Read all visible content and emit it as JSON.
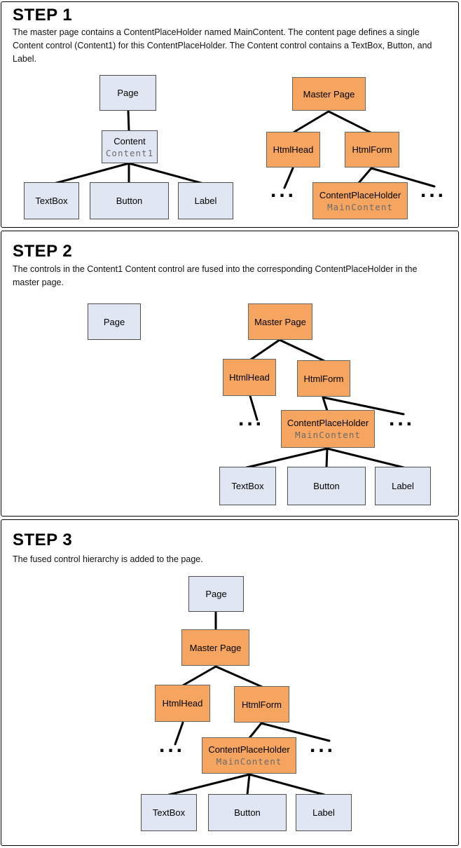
{
  "colors": {
    "content_box_fill": "#e0e7f3",
    "content_box_border": "#4d4d4d",
    "master_box_fill": "#f5a55f",
    "master_box_border": "#666666",
    "edge_line": "#000000",
    "mono_text": "#6b6b6b",
    "panel_border": "#000000"
  },
  "panel1": {
    "title": "STEP 1",
    "description": "The master page contains a ContentPlaceHolder named MainContent. The content page defines a single Content control (Content1) for this ContentPlaceHolder. The Content control contains a TextBox, Button, and Label."
  },
  "panel2": {
    "title": "STEP 2",
    "description": "The controls in the Content1 Content control are fused into the corresponding ContentPlaceHolder in the master page."
  },
  "panel3": {
    "title": "STEP 3",
    "description": "The fused control hierarchy is added to the page."
  },
  "labels": {
    "page": "Page",
    "content": "Content",
    "content_id": "Content1",
    "textbox": "TextBox",
    "button": "Button",
    "label": "Label",
    "master_page": "Master Page",
    "html_head": "HtmlHead",
    "html_form": "HtmlForm",
    "content_placeholder": "ContentPlaceHolder",
    "placeholder_id": "MainContent",
    "ellipsis": "..."
  }
}
